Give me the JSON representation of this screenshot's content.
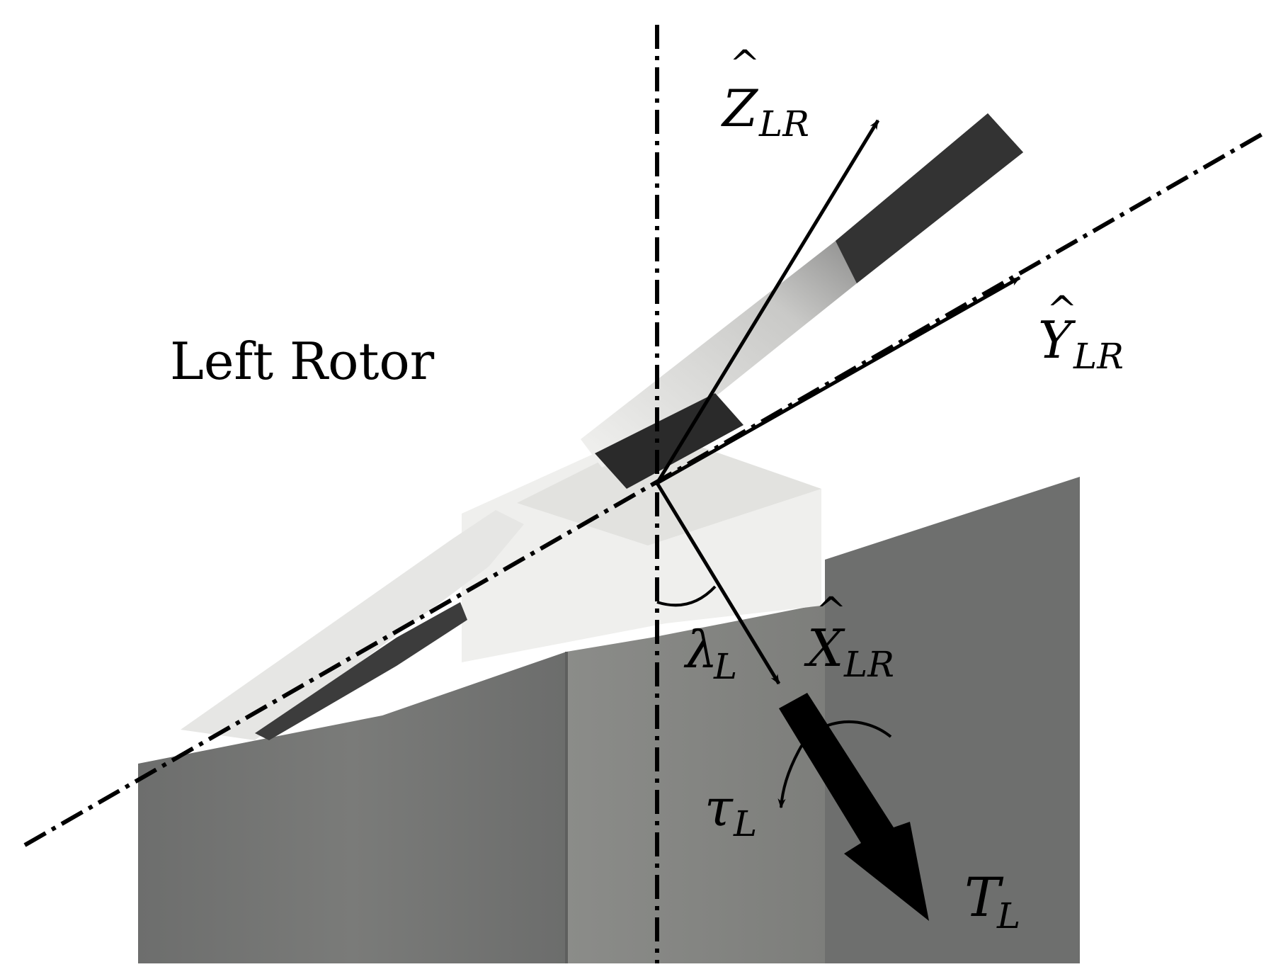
{
  "title_text": "Left Rotor",
  "axes": {
    "z": {
      "symbol": "Z",
      "sub": "LR"
    },
    "y": {
      "symbol": "Y",
      "sub": "LR"
    },
    "x": {
      "symbol": "X",
      "sub": "LR"
    }
  },
  "angle": {
    "symbol": "λ",
    "sub": "L"
  },
  "torque": {
    "symbol": "τ",
    "sub": "L"
  },
  "thrust": {
    "symbol": "T",
    "sub": "L"
  },
  "colors": {
    "background": "#ffffff",
    "body": "#6f7070",
    "body_light": "#8a8b89",
    "blade_dark": "#3a3a3a",
    "blade_mid": "#7a7a7a",
    "blade_light": "#d8d8d6",
    "hub_light": "#ecedeb",
    "ink": "#000000"
  }
}
